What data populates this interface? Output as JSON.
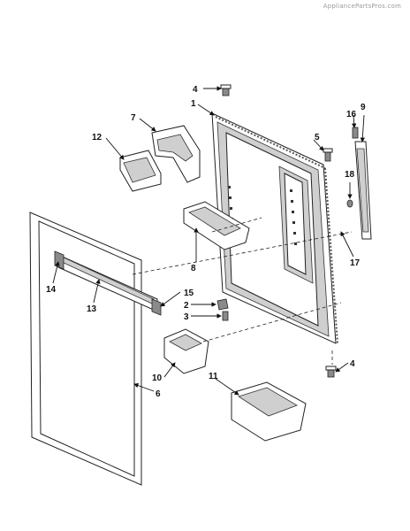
{
  "watermark": "AppliancePartsPros.com",
  "labels": {
    "p1": "1",
    "p2": "2",
    "p3": "3",
    "p4a": "4",
    "p4b": "4",
    "p5": "5",
    "p6": "6",
    "p7": "7",
    "p8": "8",
    "p9": "9",
    "p10": "10",
    "p11": "11",
    "p12": "12",
    "p13": "13",
    "p14": "14",
    "p15": "15",
    "p16": "16",
    "p17": "17",
    "p18": "18"
  },
  "colors": {
    "line": "#111111",
    "panel_shade": "#cfcfcf",
    "part_dark": "#8a8a8a"
  }
}
